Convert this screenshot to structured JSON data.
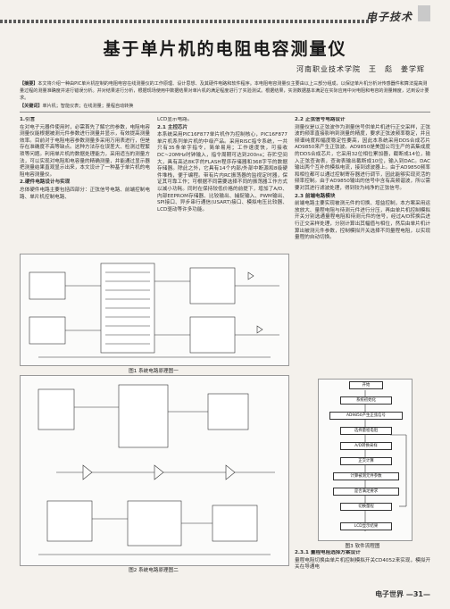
{
  "header": {
    "section": "电子技术"
  },
  "title": "基于单片机的电阻电容测量仪",
  "author": "河南职业技术学院　王　彪　姜学辉",
  "abstract_label": "【摘要】",
  "abstract": "本文将介绍一种由PIC单片机控制的电阻电容在线测量仪的工作原理、设计思想、及其硬件电路和软件程序。本电阻电容测量仪主要由以上三部分组成，以保证单片机分析对传感器件和算法提高测量过程的测量准确度并进行错误分析。并对结果进行分析，根据现场使用中数据结果对单片机的满足程度进行了实验测试。根据结果，实测数据基本满足在实际应用中对电阻和电容的测量精度，达到设计要求。",
  "keywords_label": "【关键词】",
  "keywords": "单片机；智能仪表；在线测量；量程自动转换",
  "col1": {
    "s1_title": "1.引言",
    "s1_text": "在对电子元器件使用时，必需首先了解它的参数，电阻电容测量仪能根据被测元件参数进行测量并显示，有效提高测量效率。目前对于电阻电容参数测量多采用万用表进行，但是存在准确度不高等缺点。这种方法存在误差大、检测过程繁琐等问题。利用单片机的数据处理能力，采用适当的测量方法，可以实现对电阻和电容量的精确测量，并能通过显示器把测量结果直观显示出来，本文设计了一种基于单片机的电阻电容测量仪。",
    "s2_title": "2.硬件电路设计与实现",
    "s2_text": "总体硬件电路主要包括四部分：正弦信号电路、前端控制电路、单片机控制电路、"
  },
  "col2": {
    "intro": "LCD显示电路。",
    "s21_title": "2.1 主控芯片",
    "s21_text": "本系统采用PIC16F877单片机作为控制核心，PIC16F877单片机系列单片机的中级产品。采用RISC指令系统，一共只有35条单字指令，简单易用；工作速度快，可接收DC~20MHz时钟输入，指令周期可达到200ns；存贮空间大，具有高达8K字的FLASH程序存储器和368字节的数据存储器。除此之外，它具有14个内部/外部中断源和8级硬件堆栈，便于编程。带有片内RC振荡器的监视定时器，保证其可靠工作；可根据不同需要选择不同的振荡器工作方式以减小功耗。同时在保持较低价格的前提下，增加了A/D、内部EEPROM存储器、比较输出、捕捉输入、PWM输出、SPI接口、异步串行通信(USART)接口、模拟电压比较器、LCD驱动等许多功能。"
  },
  "col3": {
    "s22_title": "2.2 正弦信号电路设计",
    "s22_text": "测量仪是以正弦波作为测量信号供单片机进行正交采样，正弦波的频率直接影响到测量的精度，要求正弦波频率稳定，并且频谱纯度和幅度稳定性要高，因此本系统采用DDS合成芯片AD9850来产生正弦波。AD9850是美国公司生产的高集成度的DDS合成芯片，它采用32位相位累加器，截断成14位，输入正弦查询表，查询表输出截断成10位，输入到DAC。DAC输出两个互补的模拟电流，接到滤波器上。由于AD9850频率和相位都可以通过控制寄存器进行调节，因此能够实现灵活的频率控制。由于AD9850输出的信号中含有高频谐波，所以需要对其进行滤波处理，得到较为纯净的正弦信号。",
    "s23_title": "2.3 前端电路模块",
    "s23_text": "前端电路主要实现被测元件的切换、增益控制，本方案采用运放放大、量程电阻与待测元件进行分压，再由单片机控制模拟开关分别选通量程电阻和待测元件的信号，经过A/D转换后进行正交采样处理，分别计算出其幅值与相位，然后由单片机计算出被测元件参数，控制模拟开关选择不同量程电阻，以实现量程的自动切换。"
  },
  "col3b": {
    "s31_title": "2.3.1 量程电阻选择方案设计",
    "s31_text": "量程电阻切换由单片机控制模拟开关CD4052来实现，模拟开关在导通电"
  },
  "fig1": {
    "caption": "图1  系统电路原理图一"
  },
  "fig2": {
    "caption": "图2  系统电路原理图二"
  },
  "fig3": {
    "caption": "图3  软件流程图",
    "boxes": [
      "开始",
      "系统初始化",
      "AD9850产生正弦信号",
      "选择量程电阻",
      "A/D转换采样",
      "正交计算",
      "计算被测元件参数",
      "是否满足要求",
      "切换量程",
      "LCD显示结果"
    ]
  },
  "footer": {
    "journal": "电子世界",
    "page": "—31—"
  }
}
